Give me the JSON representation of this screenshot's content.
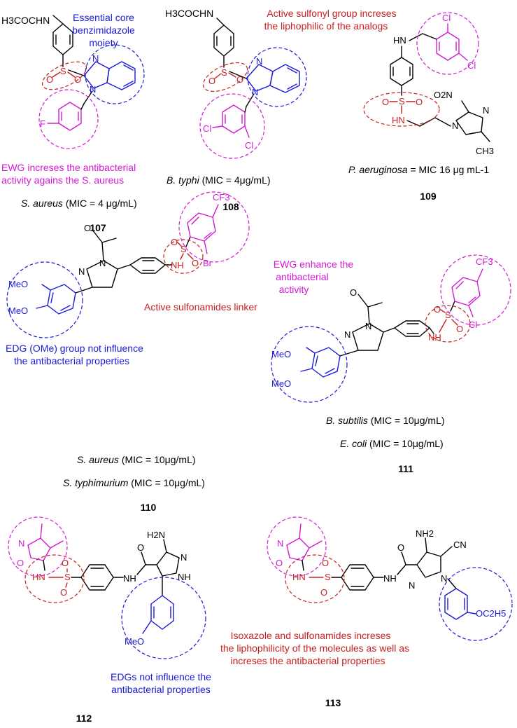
{
  "colors": {
    "blue": "#1a1ad6",
    "magenta": "#d31ad3",
    "red": "#c62020",
    "black": "#000000"
  },
  "compounds": {
    "c107": {
      "number": "107",
      "group_top": "H3COCHN",
      "organism": "S. aureus",
      "mic": "(MIC = 4 μg/mL)",
      "substituent": "F",
      "annotation_core": [
        "Essential core",
        "benzimidazole",
        "moiety"
      ],
      "annotation_ewg": [
        "EWG increses the antibacterial",
        "activity agains the S. aureus"
      ]
    },
    "c108": {
      "number": "108",
      "group_top": "H3COCHN",
      "organism": "B. typhi",
      "mic": "(MIC = 4μg/mL)",
      "cl1": "Cl",
      "cl2": "Cl",
      "annotation": [
        "Active sulfonyl group increses",
        "the liphophilic of the analogs"
      ]
    },
    "c109": {
      "number": "109",
      "organism": "P. aeruginosa",
      "mic": "= MIC 16 μg mL-1",
      "hn": "HN",
      "cl1": "Cl",
      "cl2": "Cl",
      "no2": "O2N",
      "nh": "HN",
      "ch3": "CH3"
    },
    "c110": {
      "number": "110",
      "organism1": "S. aureus",
      "mic1": "(MIC = 10μg/mL)",
      "organism2": "S. typhimurium",
      "mic2": "(MIC = 10μg/mL)",
      "cf3": "CF3",
      "br": "Br",
      "ome1": "MeO",
      "ome2": "MeO",
      "annotation_linker": "Active sulfonamides linker",
      "annotation_edg": [
        "EDG (OMe) group not influence",
        "the antibacterial properties"
      ]
    },
    "c111": {
      "number": "111",
      "organism1": "B. subtilis",
      "mic1": "(MIC = 10μg/mL)",
      "organism2": "E. coli",
      "mic2": "(MIC = 10μg/mL)",
      "cf3": "CF3",
      "cl": "Cl",
      "ome1": "MeO",
      "ome2": "MeO",
      "annotation_ewg": [
        "EWG enhance the",
        "antibacterial",
        "activity"
      ]
    },
    "c112": {
      "number": "112",
      "h2n": "H2N",
      "meo": "MeO",
      "annotation": [
        "EDGs not influence the",
        "antibacterial properties"
      ]
    },
    "c113": {
      "number": "113",
      "nh2": "NH2",
      "cn": "CN",
      "oc2h5": "OC2H5",
      "annotation": [
        "Isoxazole and sulfonamides increses",
        "the liphophilicity of the molecules as well as",
        "increses the antibacterial properties"
      ]
    }
  }
}
